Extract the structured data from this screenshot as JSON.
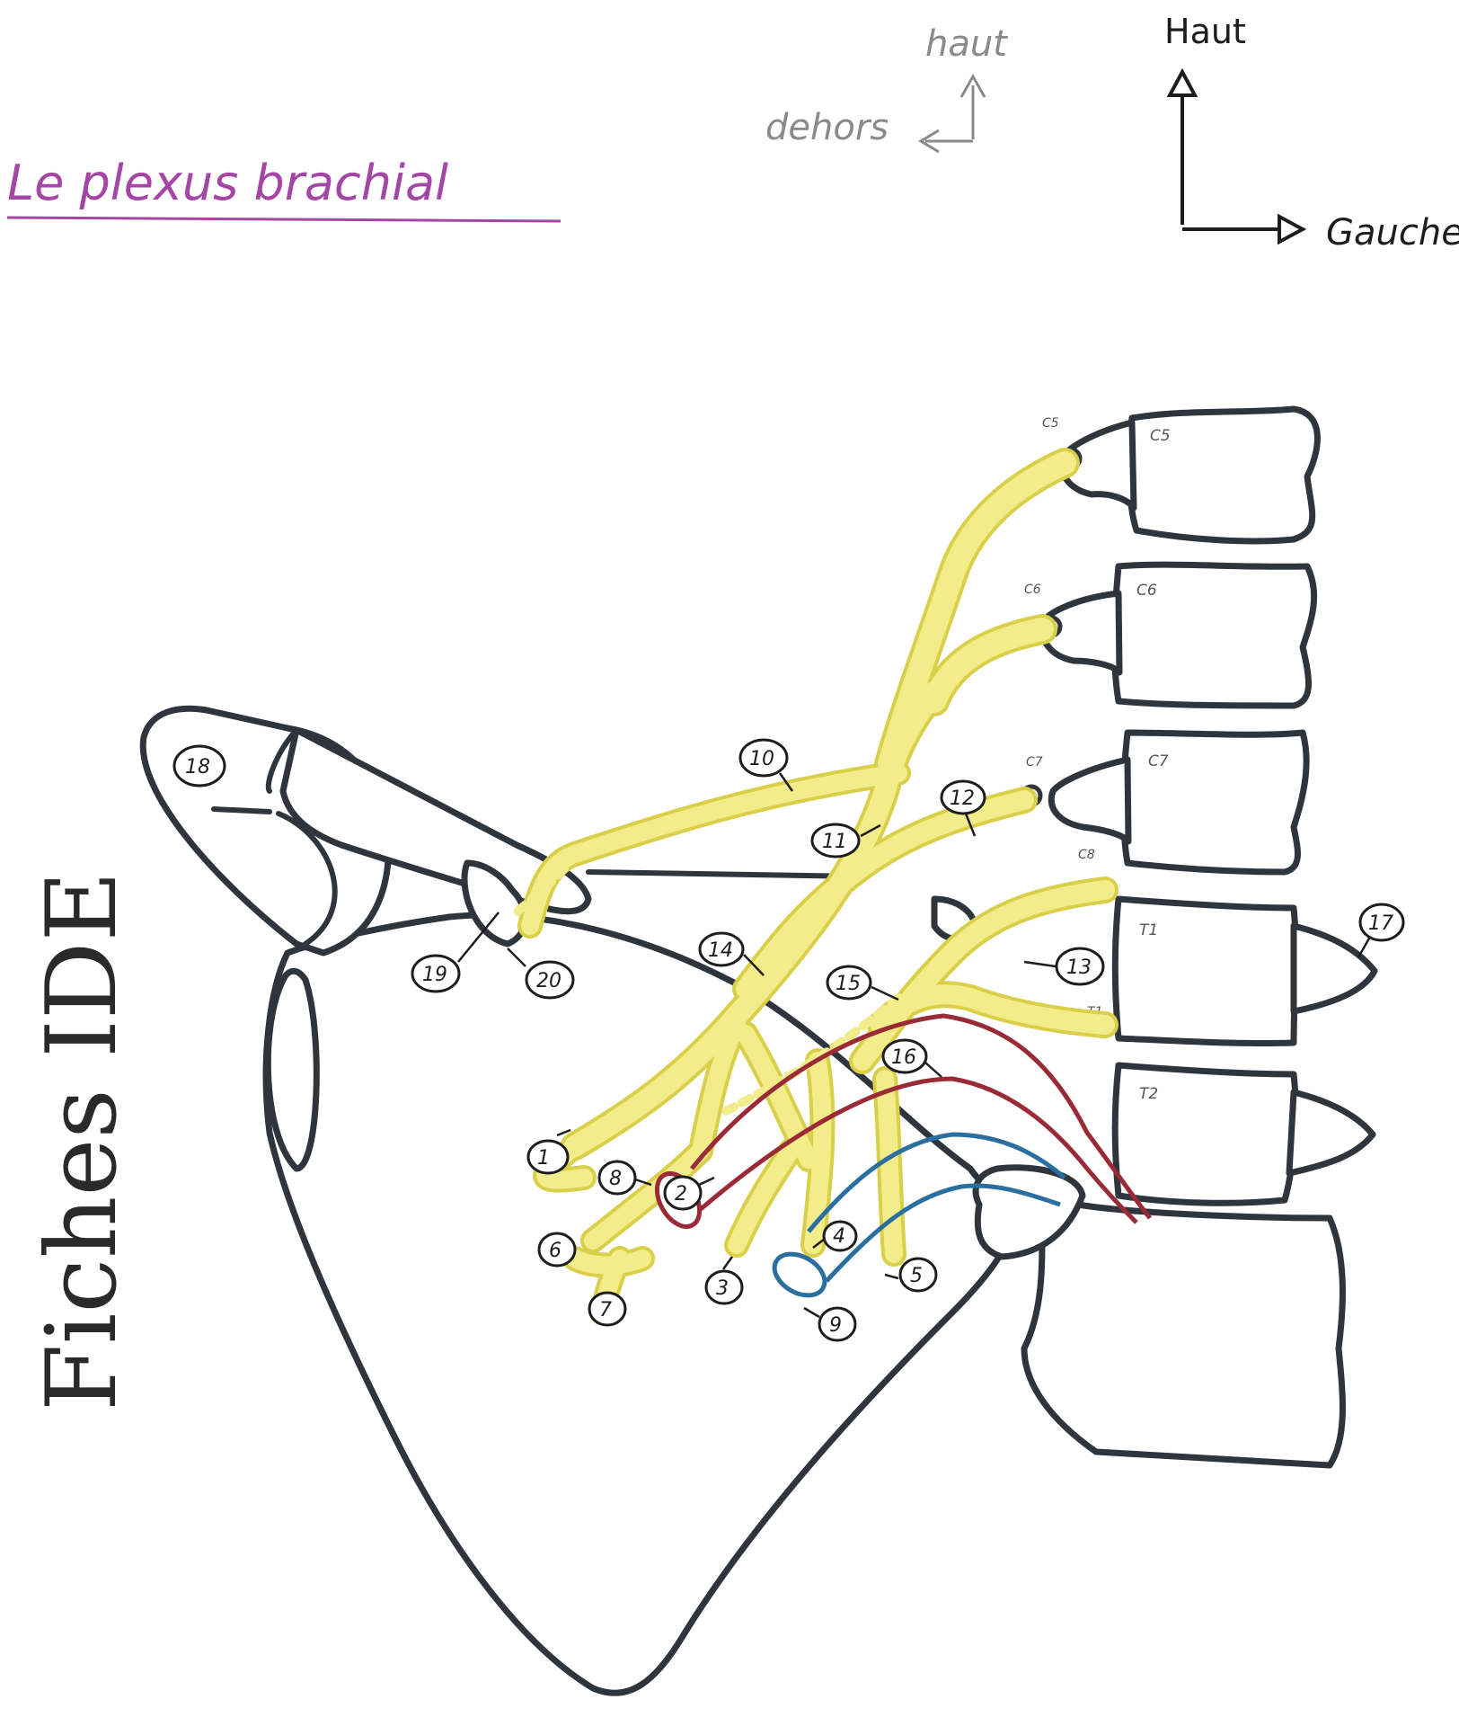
{
  "title": "Le plexus brachial",
  "orientation_small": {
    "up": "haut",
    "side": "dehors"
  },
  "orientation_large": {
    "up": "Haut",
    "side": "Gauche"
  },
  "watermark": "Fiches IDE",
  "vertebrae": [
    {
      "id": "c5",
      "label": "C5",
      "root_label": "C5"
    },
    {
      "id": "c6",
      "label": "C6",
      "root_label": "C6"
    },
    {
      "id": "c7",
      "label": "C7",
      "root_label": "C7"
    },
    {
      "id": "t1",
      "label": "T1",
      "root_label": "T1"
    },
    {
      "id": "t2",
      "label": "T2"
    }
  ],
  "c8_root_label": "C8",
  "labels": [
    "1",
    "2",
    "3",
    "4",
    "5",
    "6",
    "7",
    "8",
    "9",
    "10",
    "11",
    "12",
    "13",
    "14",
    "15",
    "16",
    "17",
    "18",
    "19",
    "20"
  ],
  "colors": {
    "title": "#a447a4",
    "bone_outline": "#2f353c",
    "nerve": "#f3ec8a",
    "artery": "#9a2a36",
    "vein": "#2a6f9f"
  }
}
